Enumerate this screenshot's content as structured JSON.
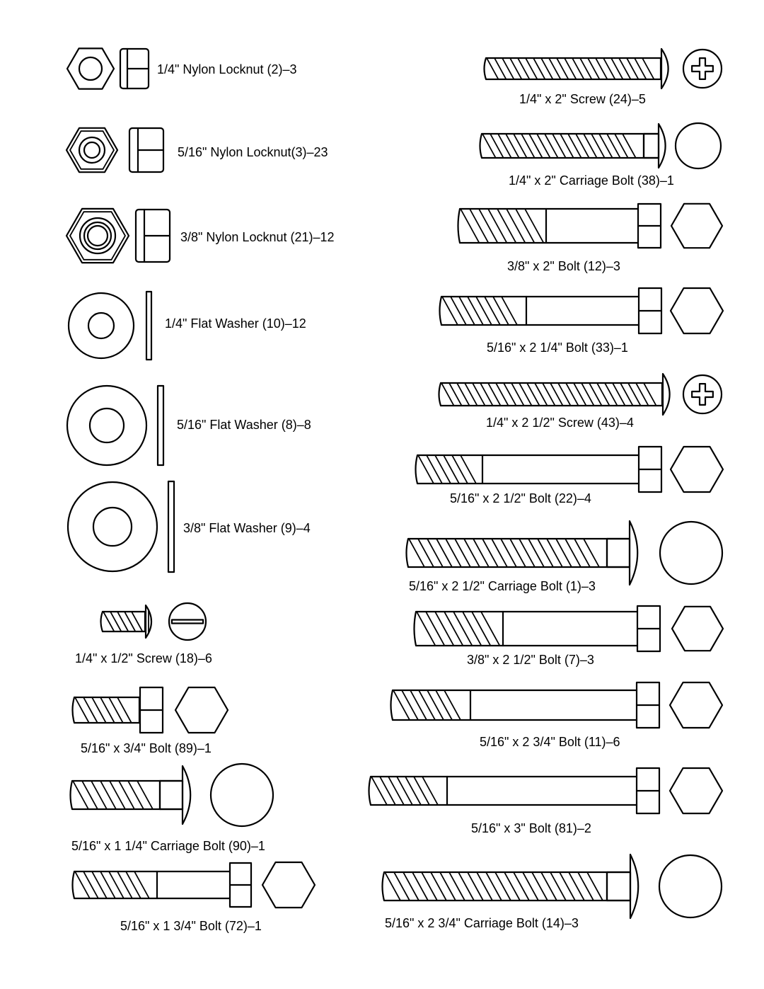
{
  "labels": {
    "nylon_locknut_14": "1/4\" Nylon Locknut (2)–3",
    "nylon_locknut_516": "5/16\" Nylon Locknut(3)–23",
    "nylon_locknut_38": "3/8\" Nylon Locknut (21)–12",
    "flat_washer_14": "1/4\" Flat Washer (10)–12",
    "flat_washer_516": "5/16\" Flat Washer (8)–8",
    "flat_washer_38": "3/8\" Flat Washer (9)–4",
    "screw_14x12": "1/4\" x 1/2\" Screw (18)–6",
    "bolt_516x34": "5/16\" x 3/4\" Bolt (89)–1",
    "carriage_516x114": "5/16\" x 1 1/4\" Carriage Bolt (90)–1",
    "bolt_516x134": "5/16\" x 1 3/4\" Bolt (72)–1",
    "screw_14x2": "1/4\" x 2\" Screw (24)–5",
    "carriage_14x2": "1/4\" x 2\" Carriage Bolt (38)–1",
    "bolt_38x2": "3/8\" x 2\"  Bolt (12)–3",
    "bolt_516x214": "5/16\" x 2 1/4\" Bolt (33)–1",
    "screw_14x212": "1/4\" x 2 1/2\" Screw (43)–4",
    "bolt_516x212": "5/16\" x 2 1/2\" Bolt (22)–4",
    "carriage_516x212": "5/16\" x 2 1/2\" Carriage Bolt (1)–3",
    "bolt_38x212": "3/8\" x 2 1/2\"  Bolt (7)–3",
    "bolt_516x234": "5/16\" x 2 3/4\" Bolt (11)–6",
    "bolt_516x3": "5/16\" x 3\" Bolt (81)–2",
    "carriage_516x234": "5/16\" x 2 3/4\" Carriage Bolt (14)–3"
  }
}
